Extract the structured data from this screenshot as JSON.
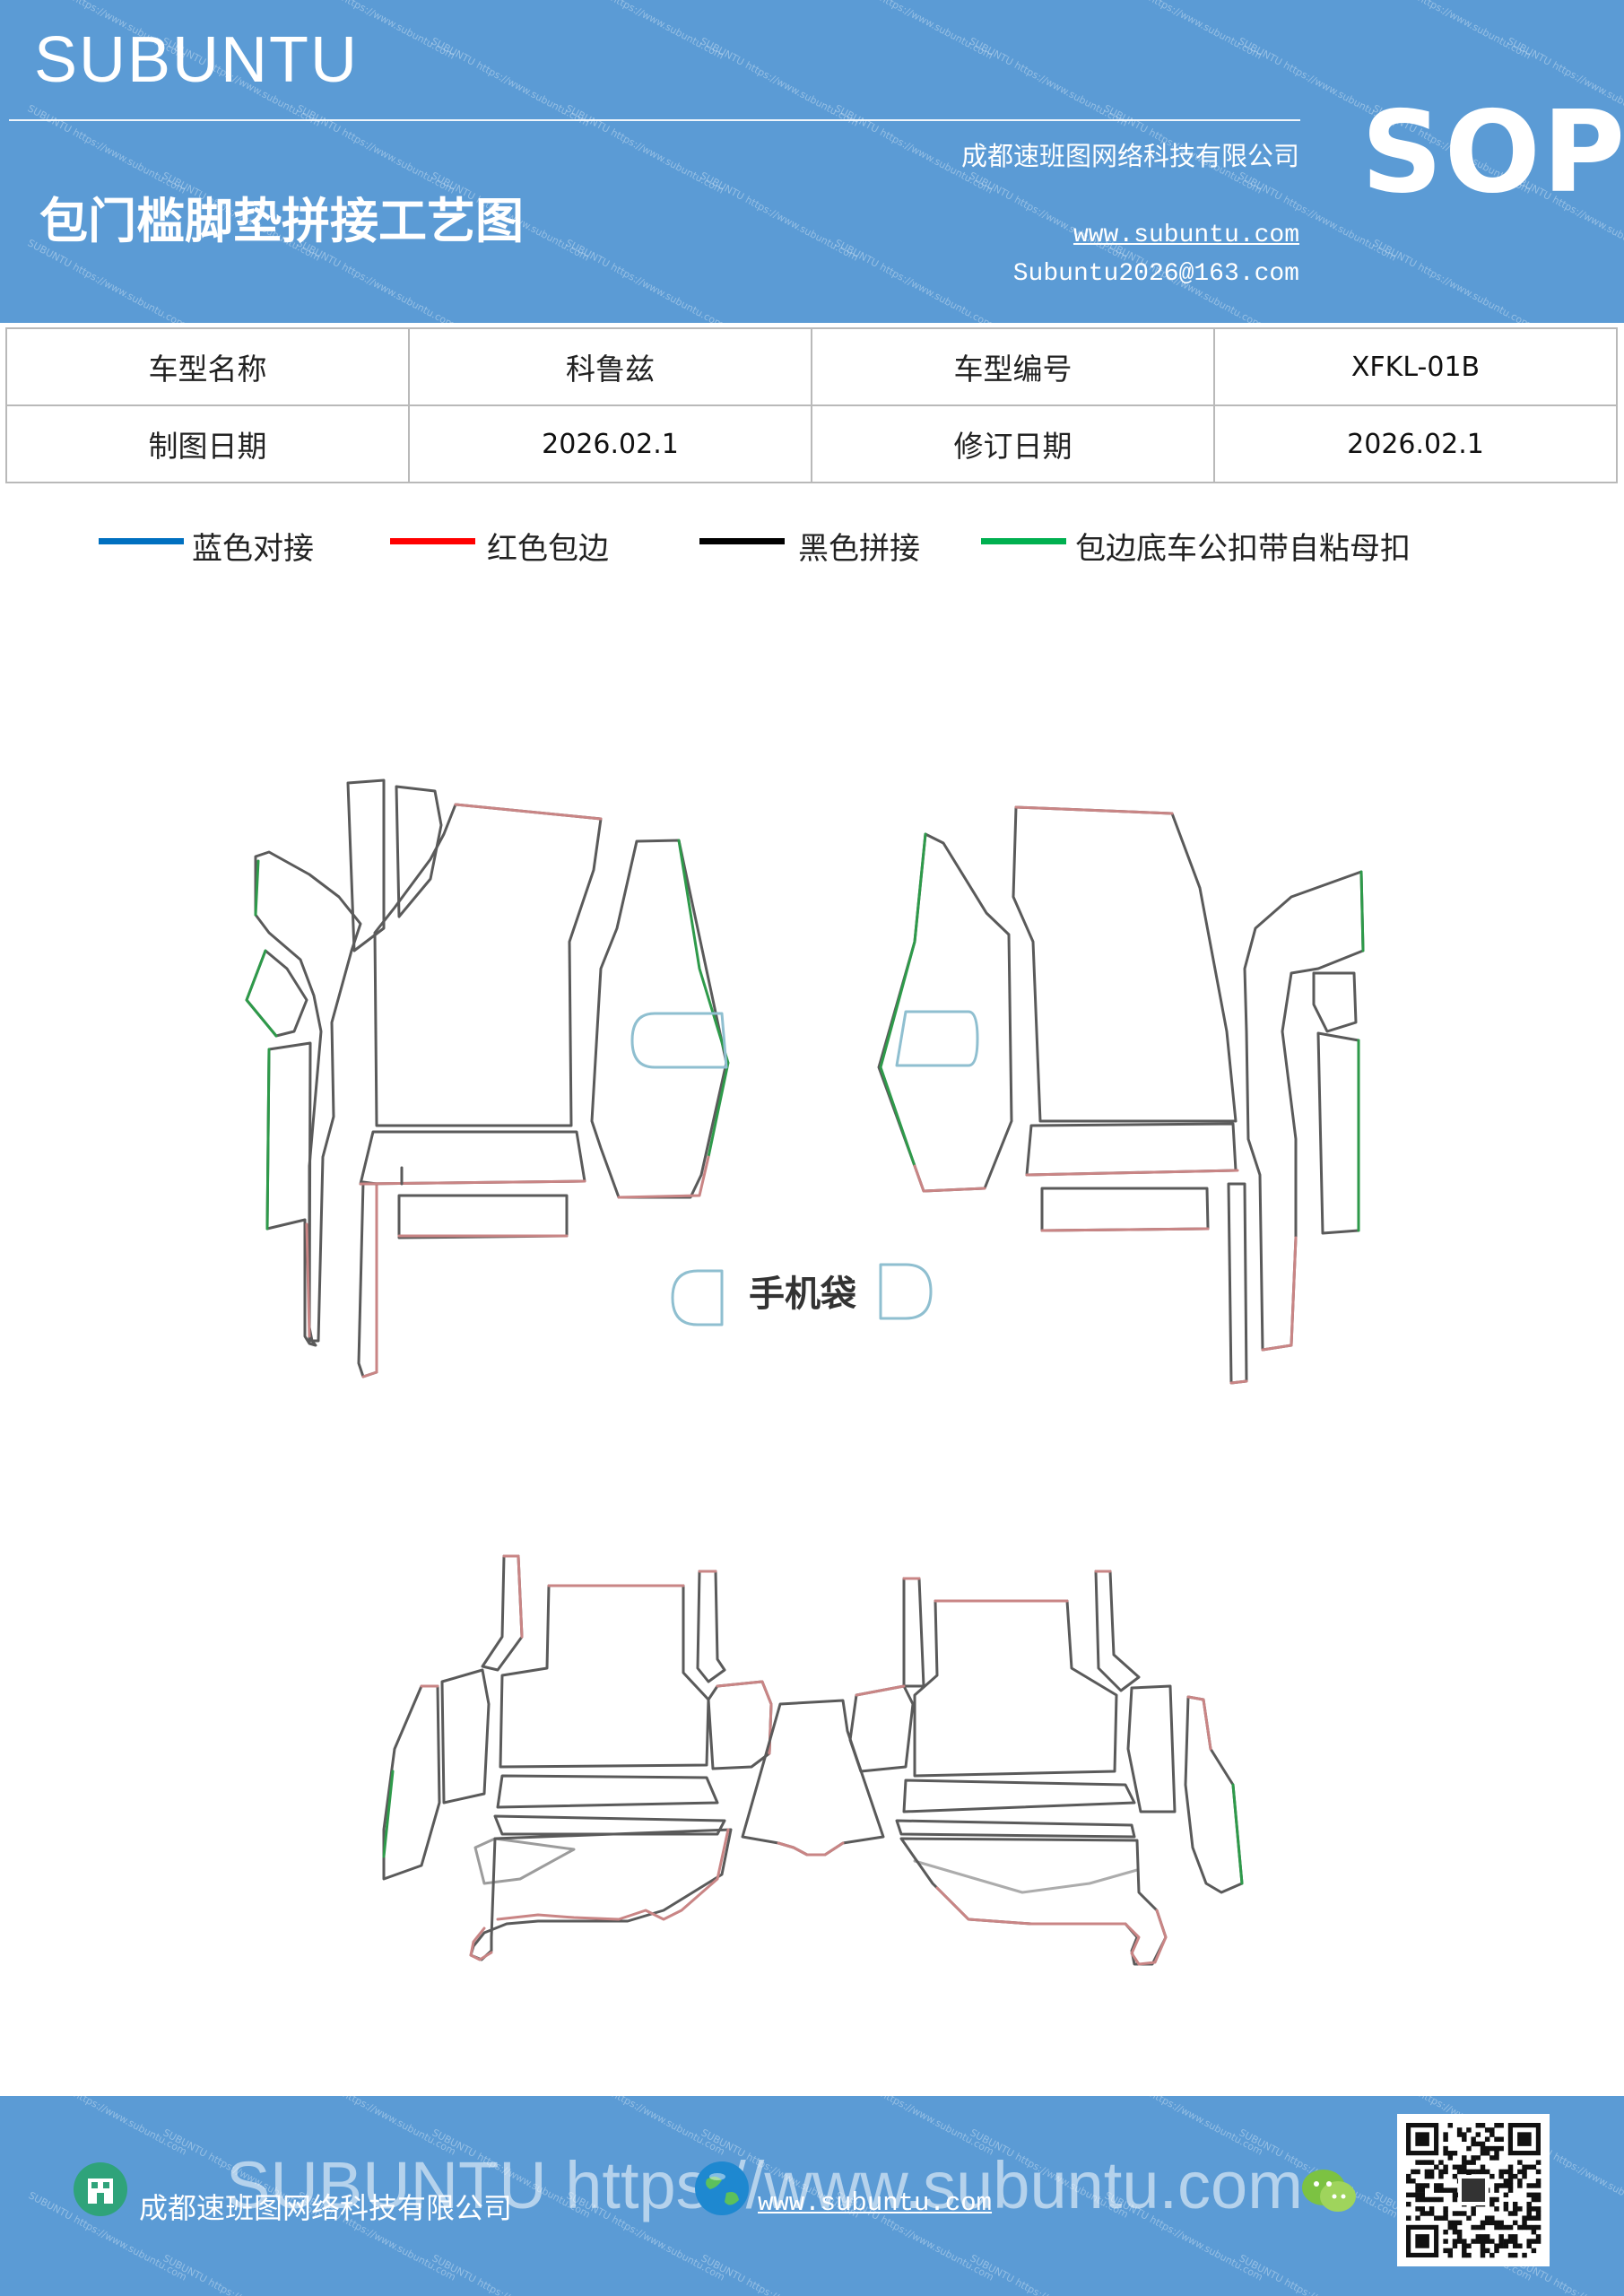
{
  "header": {
    "brand": "SUBUNTU",
    "title": "包门槛脚垫拼接工艺图",
    "company": "成都速班图网络科技有限公司",
    "website": "www.subuntu.com",
    "email": "Subuntu2026@163.com",
    "doc_type": "SOP",
    "bg_color": "#5b9bd5"
  },
  "info_table": {
    "rows": [
      [
        {
          "label": "车型名称"
        },
        {
          "value": "科鲁兹"
        },
        {
          "label": "车型编号"
        },
        {
          "value": "XFKL-01B"
        }
      ],
      [
        {
          "label": "制图日期"
        },
        {
          "value": "2026.02.1"
        },
        {
          "label": "修订日期"
        },
        {
          "value": "2026.02.1"
        }
      ]
    ]
  },
  "legend": [
    {
      "label": "蓝色对接",
      "color": "#0070c0"
    },
    {
      "label": "红色包边",
      "color": "#ff0000"
    },
    {
      "label": "黑色拼接",
      "color": "#000000"
    },
    {
      "label": "包边底车公扣带自粘母扣",
      "color": "#00b050"
    }
  ],
  "diagram": {
    "phone_pocket_label": "手机袋",
    "outline_colors": {
      "stitch": "#5a5a5a",
      "binding": "#c98585",
      "velcro": "#2e9a4a",
      "pocket": "#8fbfd0"
    }
  },
  "footer": {
    "watermark": "SUBUNTU https://www.subuntu.com",
    "company": "成都速班图网络科技有限公司",
    "website": "www.subuntu.com",
    "icons": [
      "building-icon",
      "globe-icon",
      "wechat-icon",
      "qr-code"
    ]
  }
}
